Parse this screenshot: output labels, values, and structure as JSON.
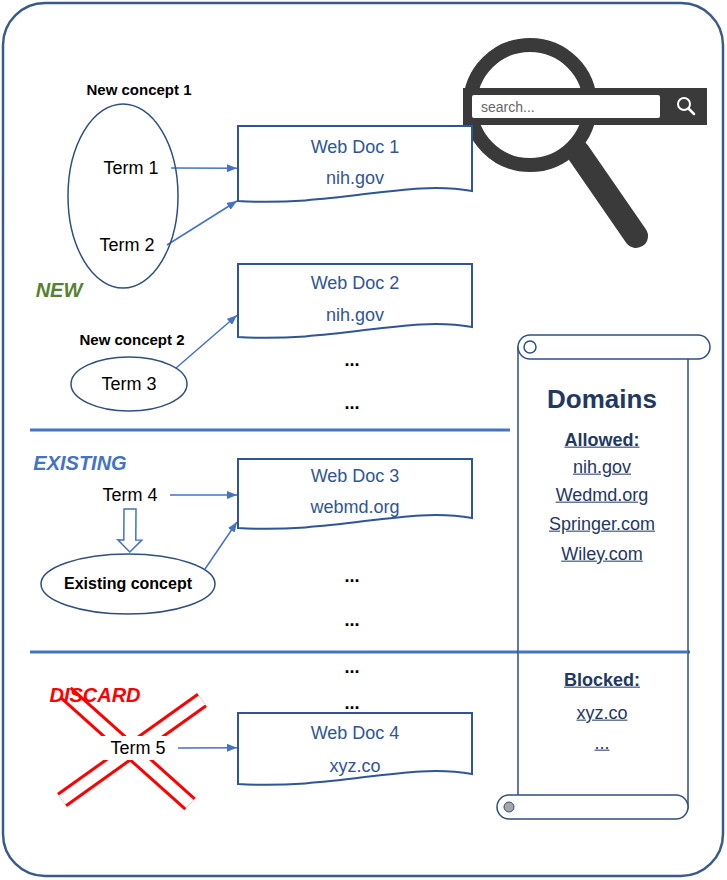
{
  "diagram": {
    "nodes": [
      {
        "text": [
          "New concept 1"
        ]
      },
      {
        "text": [
          "Term 1"
        ],
        "in": 0
      },
      {
        "text": [
          "Term 2"
        ],
        "in": 0
      },
      {
        "text": [
          "Web Doc 1",
          "nih.gov"
        ]
      },
      {
        "text": [
          "search..."
        ]
      },
      {
        "text": [
          "Web Doc 2",
          "nih.gov"
        ]
      },
      {
        "text": [
          "New concept 2",
          "Term 3"
        ]
      },
      {
        "text": [
          "Term 4"
        ]
      },
      {
        "text": [
          "Web Doc 3",
          "webmd.org"
        ]
      },
      {
        "text": [
          "Existing concept"
        ]
      },
      {
        "text": [
          "Term 5"
        ]
      },
      {
        "text": [
          "Web Doc 4",
          "xyz.co"
        ]
      },
      {
        "text": [
          "Domains",
          "Allowed:",
          "nih.gov",
          "Wedmd.org",
          "Springer.com",
          "Wiley.com",
          "Blocked:",
          "xyz.co",
          "..."
        ]
      }
    ],
    "edges": [
      {
        "from": 1,
        "to": 3,
        "arrow": "to"
      },
      {
        "from": 2,
        "to": 3,
        "arrow": "to"
      },
      {
        "from": 6,
        "to": 5,
        "arrow": "to"
      },
      {
        "from": 7,
        "to": 8,
        "arrow": "to"
      },
      {
        "from": 7,
        "to": 9,
        "arrow": "to"
      },
      {
        "from": 9,
        "to": 8,
        "arrow": "to"
      },
      {
        "from": 10,
        "to": 11,
        "arrow": "to"
      }
    ],
    "labels": [
      "NEW",
      "...",
      "...",
      "EXISTING",
      "...",
      "...",
      "...",
      "DISCARD",
      "..."
    ]
  }
}
